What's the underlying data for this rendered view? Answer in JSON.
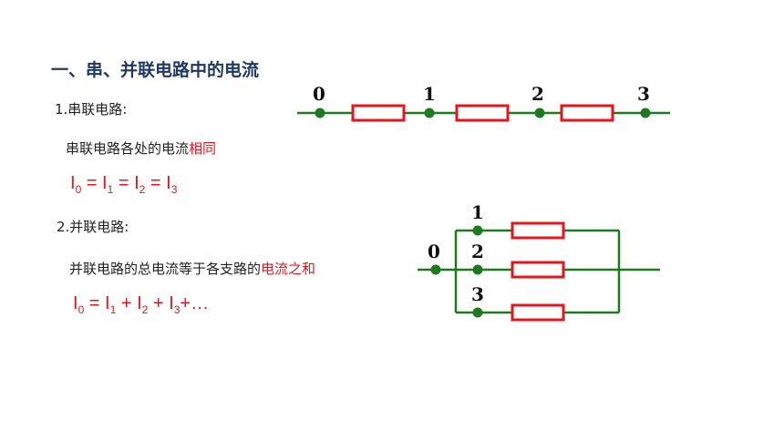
{
  "heading": "一、串、并联电路中的电流",
  "series": {
    "label": "1.串联电路:",
    "description": "串联电路各处的电流",
    "description_highlight": "相同",
    "equation": [
      {
        "sym": "I",
        "sub": "0"
      },
      {
        "op": " = "
      },
      {
        "sym": "I",
        "sub": "1"
      },
      {
        "op": " = "
      },
      {
        "sym": "I",
        "sub": "2"
      },
      {
        "op": " = "
      },
      {
        "sym": "I",
        "sub": "3"
      }
    ],
    "node_labels": [
      "0",
      "1",
      "2",
      "3"
    ]
  },
  "parallel": {
    "label": "2.并联电路:",
    "description": "并联电路的总电流等于各支路的",
    "description_highlight": "电流之和",
    "equation": [
      {
        "sym": "I",
        "sub": "0"
      },
      {
        "op": " = "
      },
      {
        "sym": "I",
        "sub": "1"
      },
      {
        "op": " + "
      },
      {
        "sym": "I",
        "sub": "2"
      },
      {
        "op": " + "
      },
      {
        "sym": "I",
        "sub": "3"
      },
      {
        "op": "+…"
      }
    ],
    "node_labels": [
      "0",
      "1",
      "2",
      "3"
    ]
  },
  "colors": {
    "wire": "#1e7a1e",
    "node": "#1e7a1e",
    "resistor": "#e8141b",
    "highlight": "#e8141b",
    "heading": "#1f3864"
  }
}
